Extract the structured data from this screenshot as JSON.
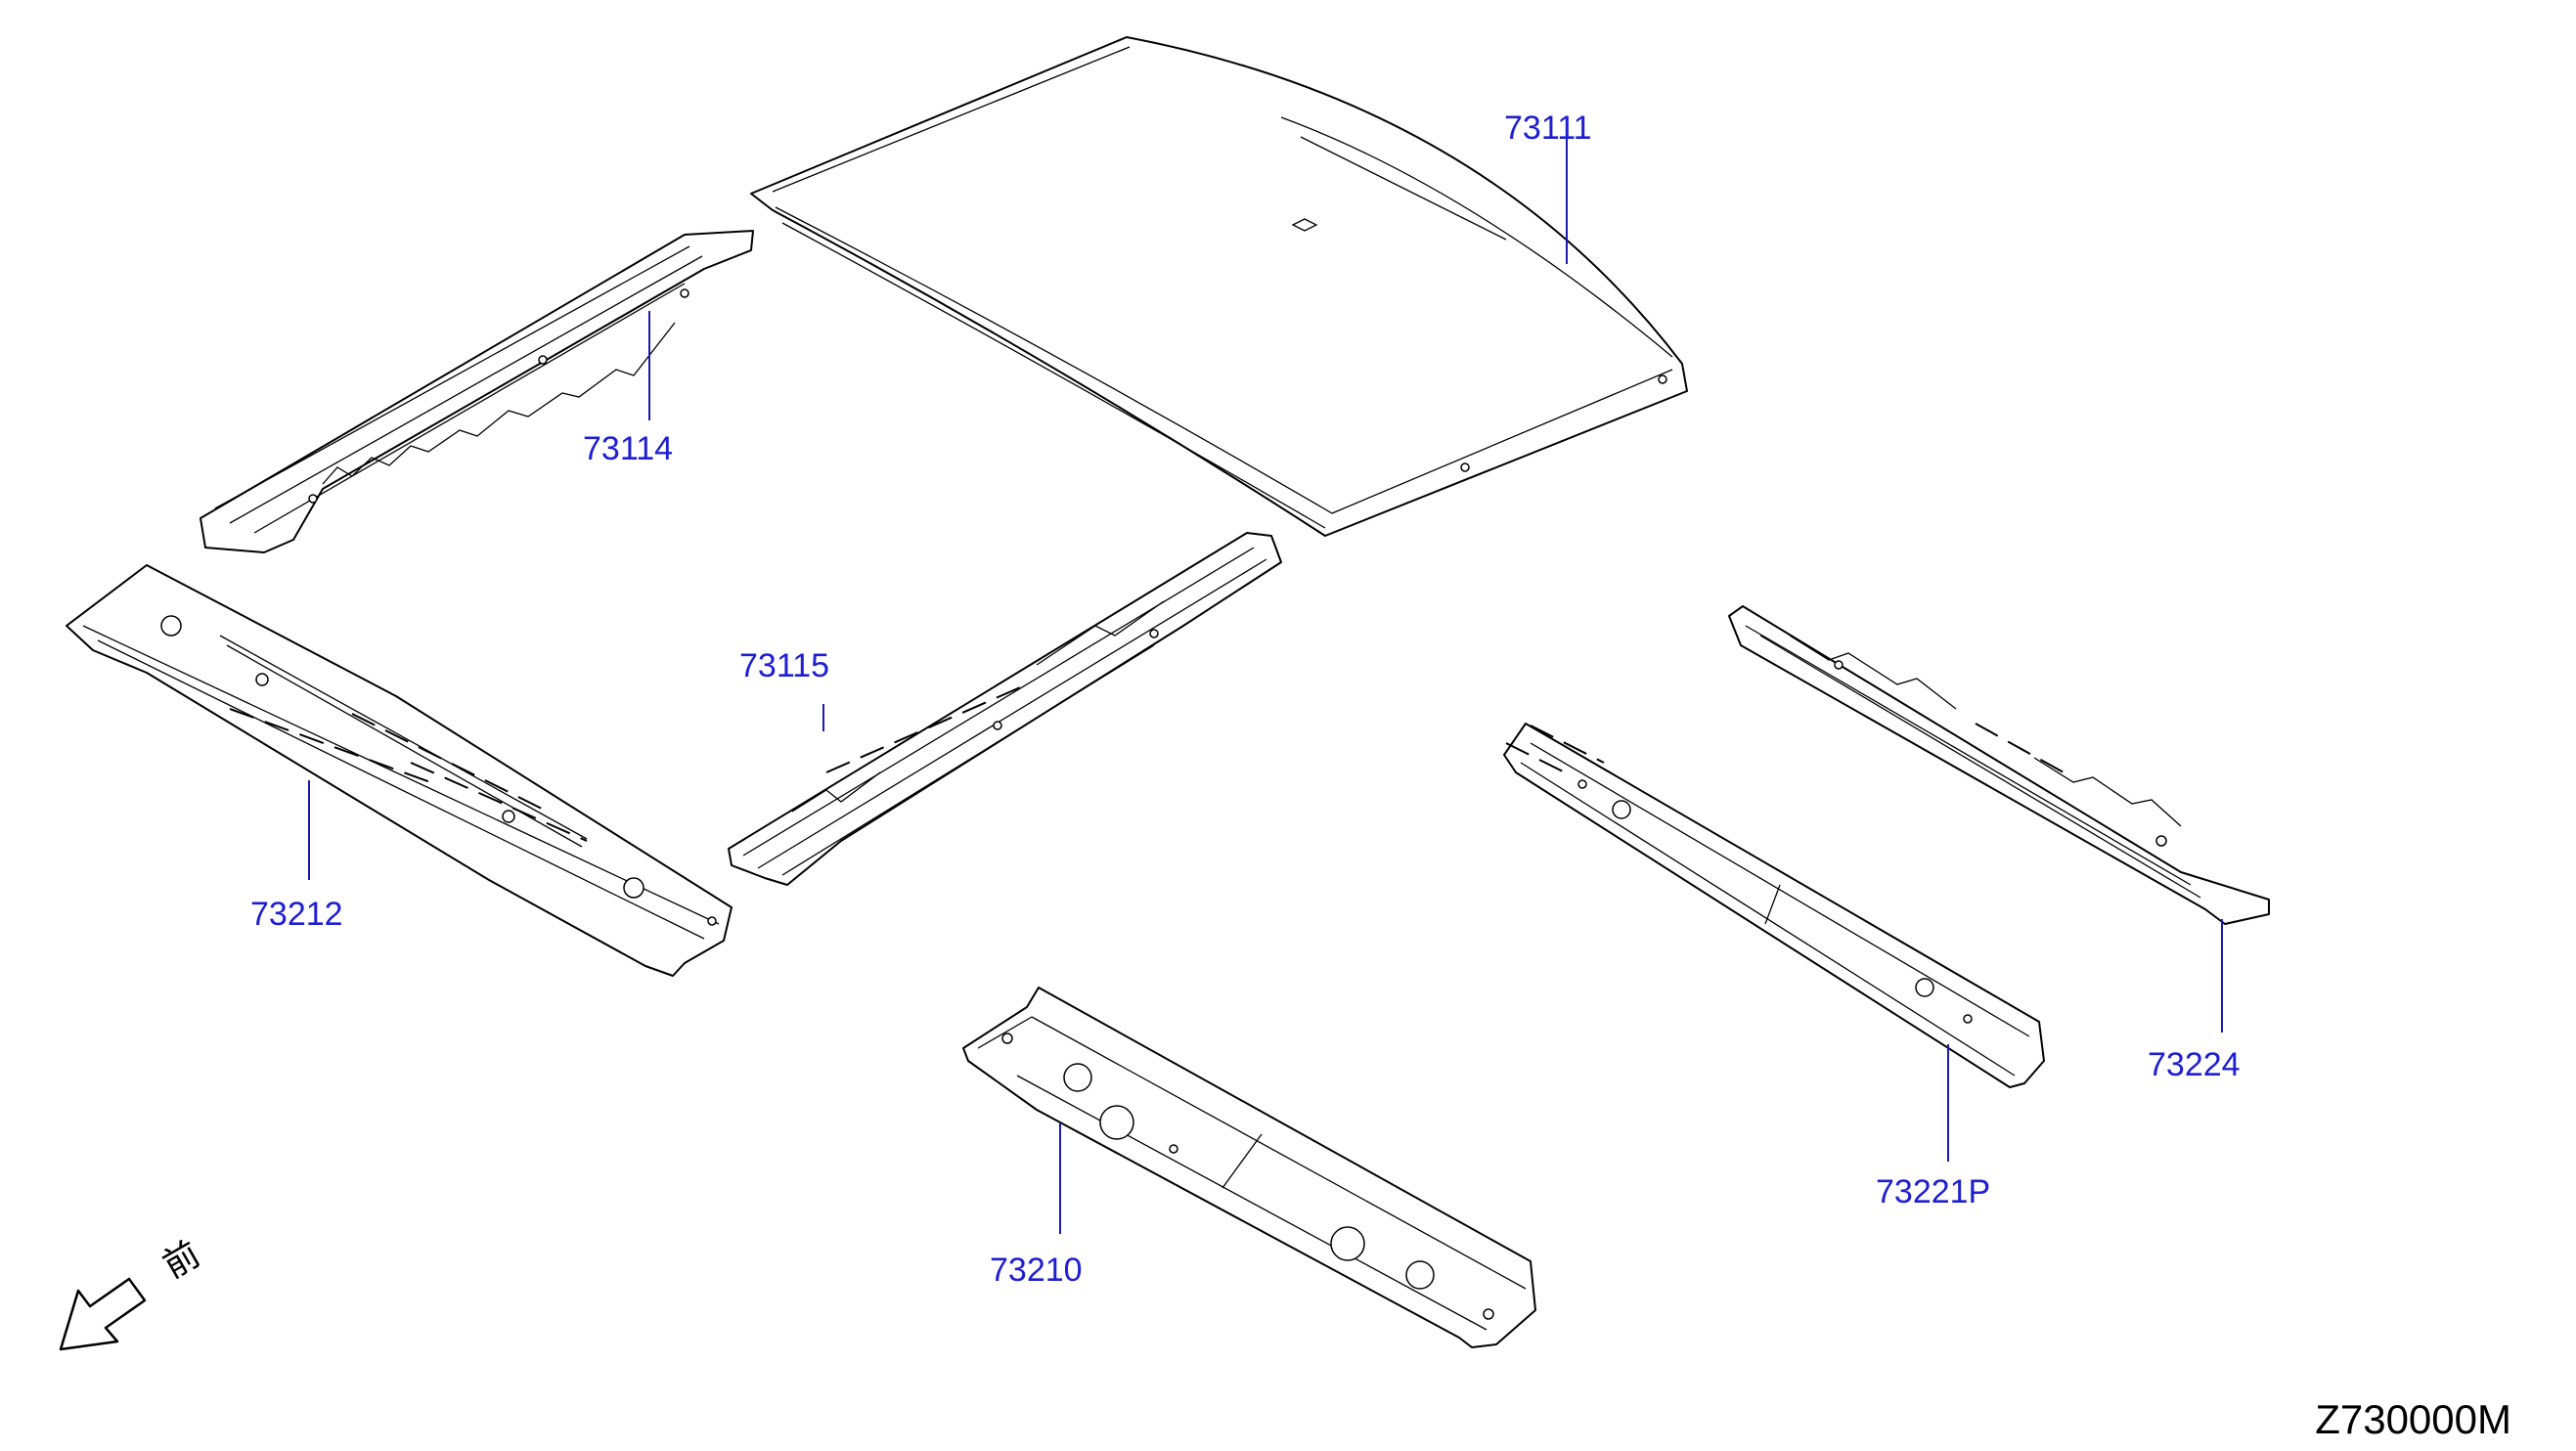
{
  "callouts": {
    "roof": "73111",
    "rail_left": "73114",
    "rail_right": "73115",
    "front_rail": "73212",
    "center_bow": "73210",
    "rear_bow": "73221P",
    "rear_rail": "73224"
  },
  "direction_label": "前",
  "diagram_code": "Z730000M",
  "colors": {
    "callout": "#1e1ed2",
    "line": "#000000",
    "background": "#ffffff"
  }
}
